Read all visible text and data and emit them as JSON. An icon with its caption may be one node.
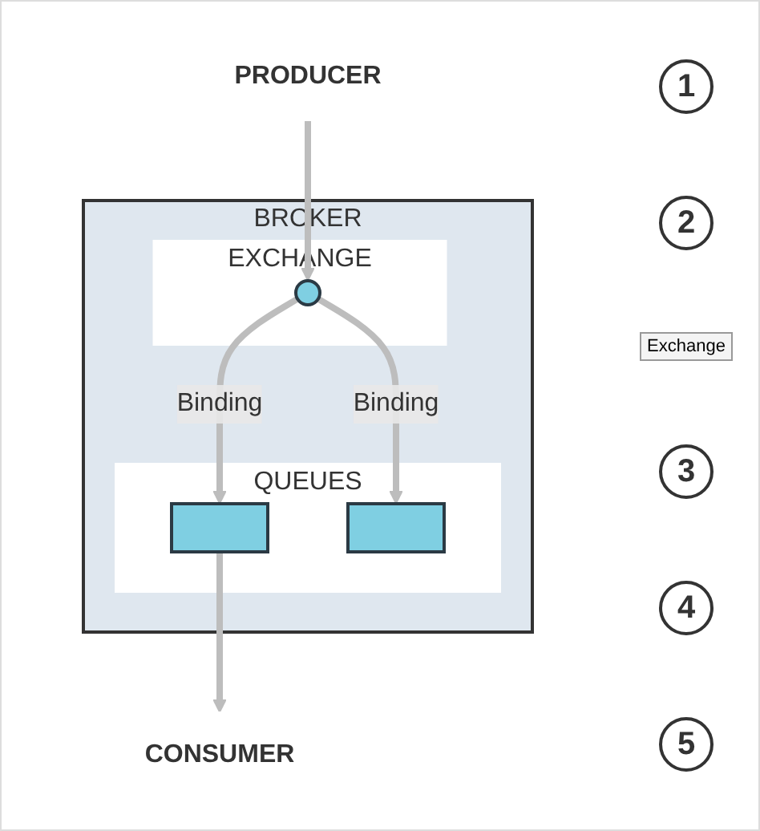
{
  "diagram": {
    "nodes": [
      {
        "text": [
          "PRODUCER"
        ]
      },
      {
        "text": [
          "BROKER"
        ]
      },
      {
        "text": [
          "EXCHANGE"
        ],
        "in": 1
      },
      {
        "text": [],
        "shape": "circle",
        "in": 2
      },
      {
        "text": [
          "QUEUES"
        ],
        "in": 1
      },
      {
        "text": [],
        "shape": "box",
        "in": 4
      },
      {
        "text": [],
        "shape": "box",
        "in": 4
      },
      {
        "text": [
          "CONSUMER"
        ]
      }
    ],
    "edges": [
      {
        "from": 0,
        "to": 3,
        "arrow": "to"
      },
      {
        "from": 3,
        "to": 5,
        "arrow": "to",
        "label": "Binding"
      },
      {
        "from": 3,
        "to": 6,
        "arrow": "to",
        "label": "Binding"
      },
      {
        "from": 5,
        "to": 7,
        "arrow": "to"
      }
    ],
    "labels": [
      "1",
      "2",
      "Exchange",
      "3",
      "4",
      "5"
    ]
  }
}
